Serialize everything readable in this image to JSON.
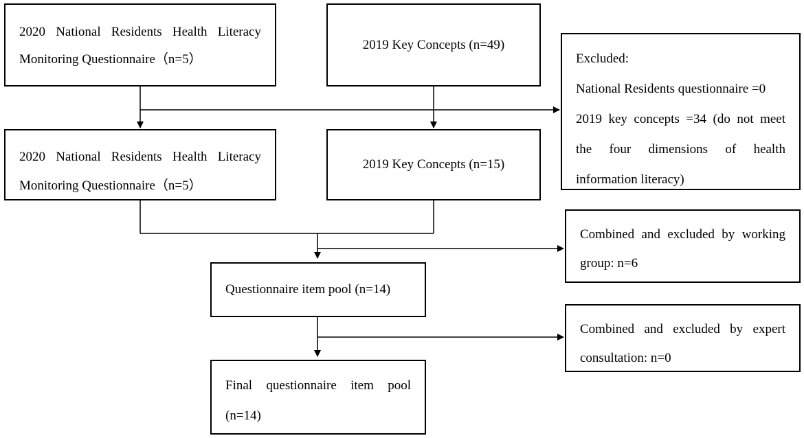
{
  "boxes": {
    "source_national": {
      "line1": "2020 National Residents Health Literacy",
      "line2": "Monitoring Questionnaire（n=5）"
    },
    "source_key_concepts": {
      "label": "2019 Key Concepts (n=49)"
    },
    "excluded": {
      "line1": "Excluded:",
      "line2": "National Residents questionnaire =0",
      "line3": "2019 key concepts =34 (do not meet",
      "line4": "the four dimensions of health",
      "line5": "information literacy)"
    },
    "retained_national": {
      "line1": "2020 National Residents Health Literacy",
      "line2": "Monitoring Questionnaire（n=5）"
    },
    "retained_key_concepts": {
      "label": "2019 Key Concepts (n=15)"
    },
    "working_group": {
      "line1": "Combined and excluded by working",
      "line2": "group: n=6"
    },
    "item_pool": {
      "label": "Questionnaire item pool (n=14)"
    },
    "expert": {
      "line1": "Combined and excluded by expert",
      "line2": "consultation: n=0"
    },
    "final_pool": {
      "line1": "Final questionnaire item pool",
      "line2": "(n=14)"
    }
  }
}
